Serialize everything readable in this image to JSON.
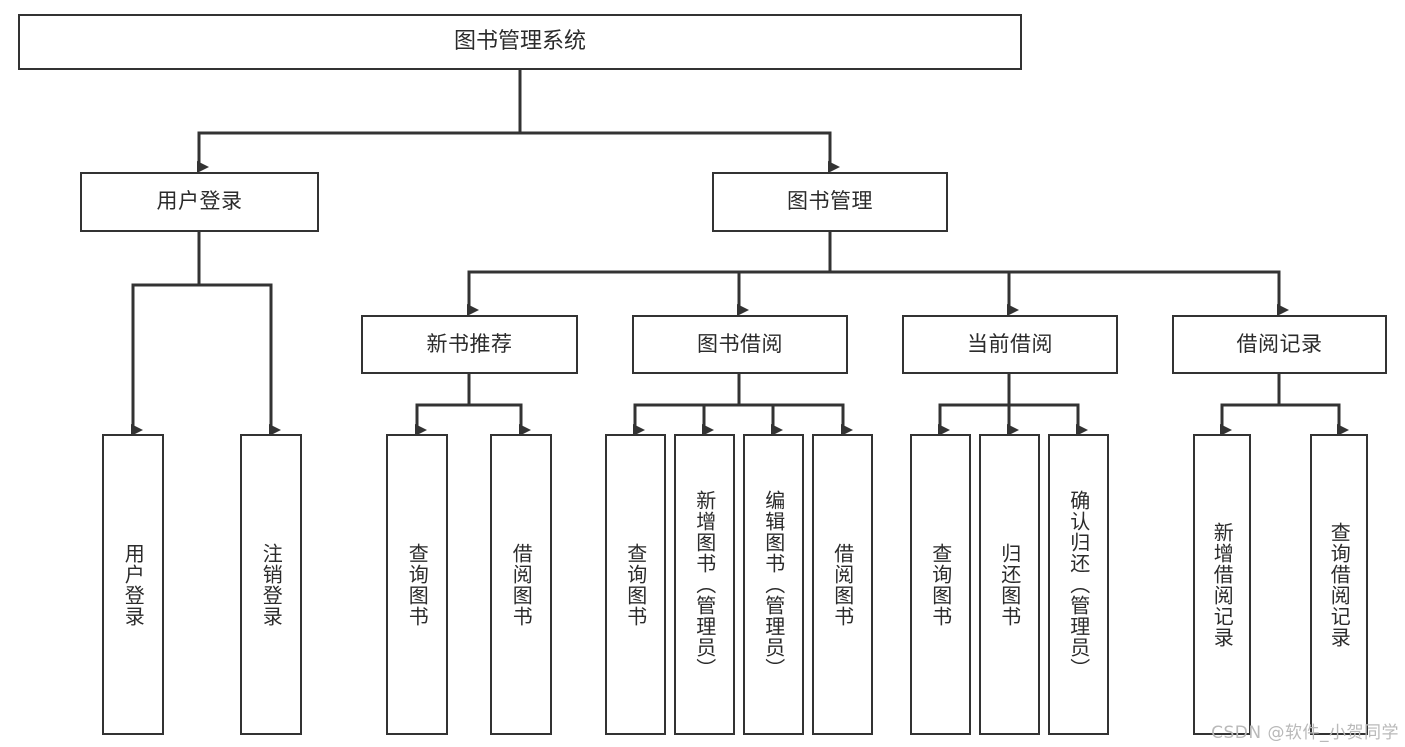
{
  "diagram": {
    "title": "图书管理系统",
    "type": "hierarchy-tree",
    "root": {
      "label": "图书管理系统"
    },
    "level2": [
      {
        "label": "用户登录"
      },
      {
        "label": "图书管理"
      }
    ],
    "level3": [
      {
        "label": "新书推荐"
      },
      {
        "label": "图书借阅"
      },
      {
        "label": "当前借阅"
      },
      {
        "label": "借阅记录"
      }
    ],
    "leaves": {
      "user_login": [
        {
          "label": "用户登录"
        },
        {
          "label": "注销登录"
        }
      ],
      "new_book_recommend": [
        {
          "label": "查询图书"
        },
        {
          "label": "借阅图书"
        }
      ],
      "book_borrow": [
        {
          "label": "查询图书"
        },
        {
          "label": "新增图书（管理员）"
        },
        {
          "label": "编辑图书（管理员）"
        },
        {
          "label": "借阅图书"
        }
      ],
      "current_borrow": [
        {
          "label": "查询图书"
        },
        {
          "label": "归还图书"
        },
        {
          "label": "确认归还（管理员）"
        }
      ],
      "borrow_record": [
        {
          "label": "新增借阅记录"
        },
        {
          "label": "查询借阅记录"
        }
      ]
    }
  },
  "watermark": {
    "text": "CSDN @软件_小贺同学"
  },
  "colors": {
    "stroke": "#333333",
    "text": "#2b2b2b",
    "background": "#ffffff",
    "watermark": "#b9b9b9"
  }
}
